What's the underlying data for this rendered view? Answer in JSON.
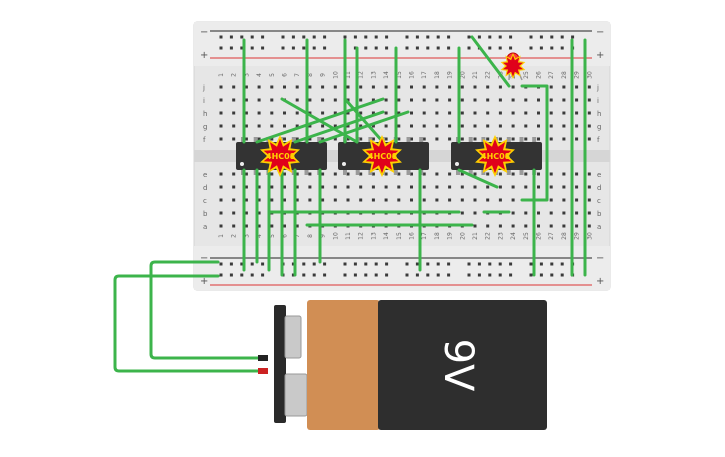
{
  "breadboard": {
    "top_rail_signs": [
      "−",
      "+"
    ],
    "bottom_rail_signs": [
      "−",
      "+"
    ],
    "row_letters_top": [
      "j",
      "i",
      "h",
      "g",
      "f"
    ],
    "row_letters_bottom": [
      "e",
      "d",
      "c",
      "b",
      "a"
    ],
    "column_numbers": [
      "1",
      "2",
      "3",
      "4",
      "5",
      "6",
      "7",
      "8",
      "9",
      "10",
      "11",
      "12",
      "13",
      "14",
      "15",
      "16",
      "17",
      "18",
      "19",
      "20",
      "21",
      "22",
      "23",
      "24",
      "25",
      "26",
      "27",
      "28",
      "29",
      "30"
    ]
  },
  "chips": [
    {
      "label": "4HC08"
    },
    {
      "label": "4HC08"
    },
    {
      "label": "4HC08"
    }
  ],
  "battery": {
    "label": "9V"
  },
  "colors": {
    "board": "#e6e6e6",
    "wire": "#3cb44b",
    "rail_red": "#d33",
    "chip": "#333333",
    "battery_copper": "#d18e54",
    "battery_body": "#2e2e2e",
    "burst_red": "#e0001b",
    "burst_yellow": "#ffd000"
  },
  "icons": [
    "burst-warning-icon",
    "led-component"
  ]
}
